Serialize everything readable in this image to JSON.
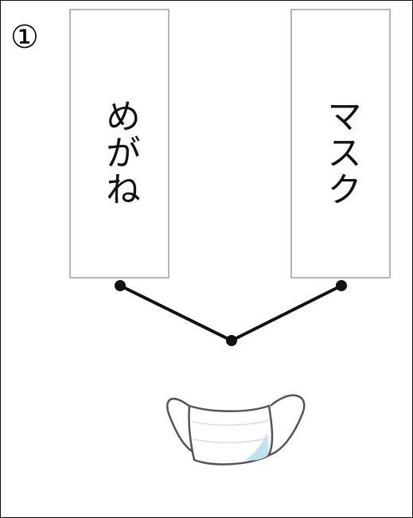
{
  "question": {
    "number": "①"
  },
  "cards": {
    "left_word": "めがね",
    "right_word": "マスク"
  },
  "picture": {
    "icon": "face-mask-icon"
  },
  "colors": {
    "card_border": "#b5b5b5",
    "line": "#111111",
    "mask_highlight": "#bfe3ef"
  }
}
